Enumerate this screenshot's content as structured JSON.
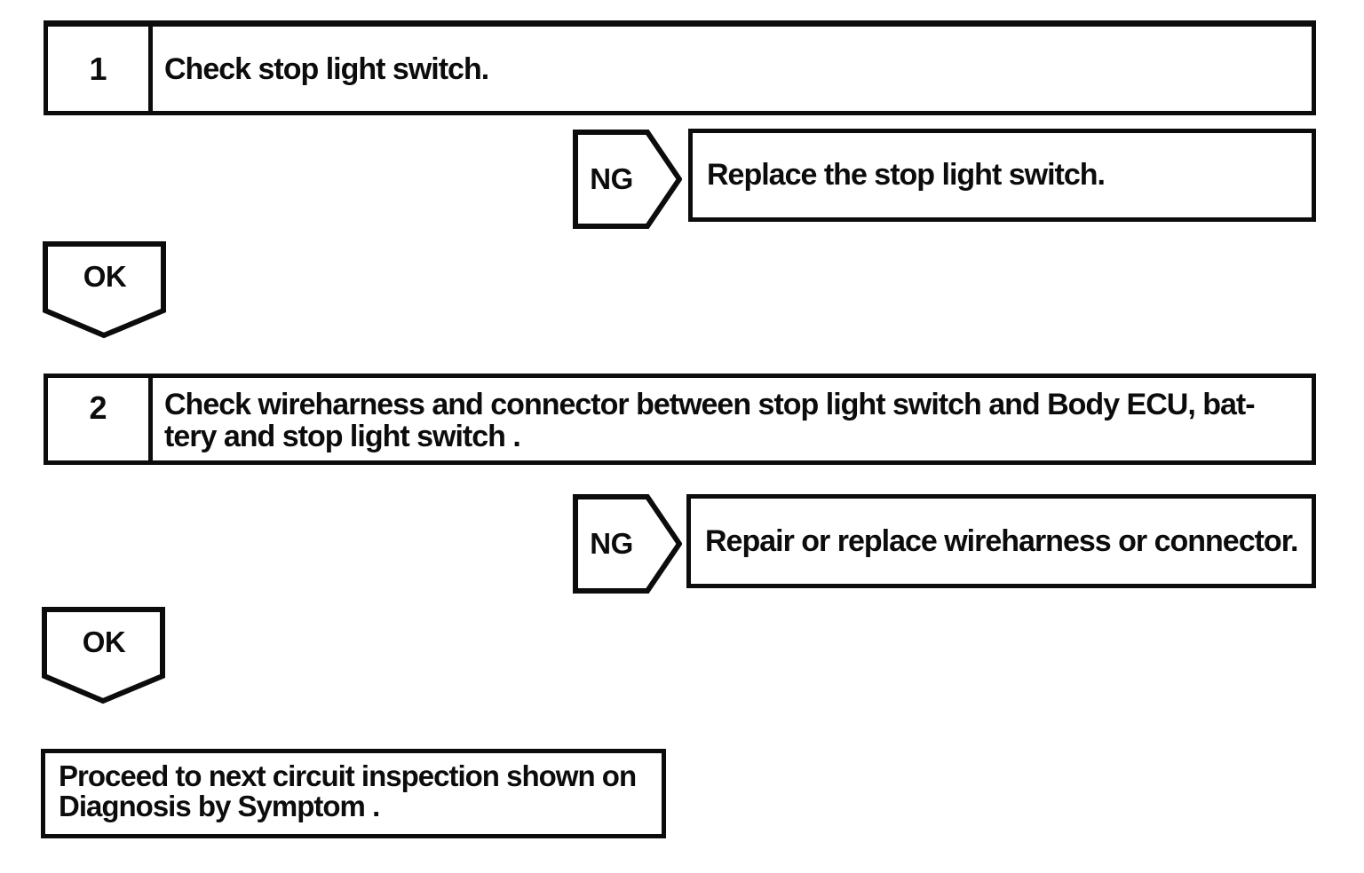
{
  "colors": {
    "ink": "#0c0c0c",
    "paper": "#ffffff"
  },
  "flowchart": {
    "steps": [
      {
        "number": "1",
        "instruction_lines": [
          "Check stop light switch."
        ],
        "ng_label": "NG",
        "ng_action_lines": [
          "Replace the stop light switch."
        ],
        "ok_label": "OK"
      },
      {
        "number": "2",
        "instruction_lines": [
          "Check wireharness and connector between stop light switch and Body ECU, bat-",
          "tery and stop light switch ."
        ],
        "ng_label": "NG",
        "ng_action_lines": [
          "Repair or replace wireharness or connector."
        ],
        "ok_label": "OK"
      }
    ],
    "conclusion_lines": [
      "Proceed to next circuit inspection shown on",
      "Diagnosis by Symptom ."
    ]
  }
}
